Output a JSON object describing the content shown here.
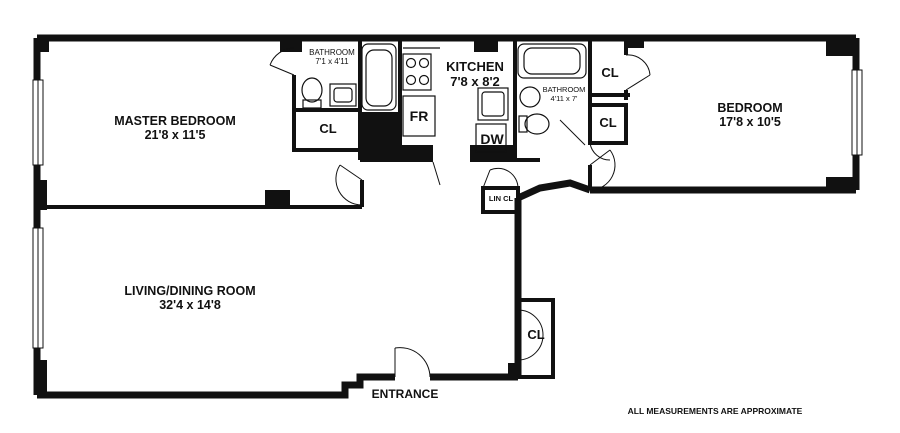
{
  "rooms": {
    "master_bedroom": {
      "name": "MASTER BEDROOM",
      "dims": "21'8 x 11'5"
    },
    "bathroom_1": {
      "name": "BATHROOM",
      "dims": "7'1 x 4'11"
    },
    "kitchen": {
      "name": "KITCHEN",
      "dims": "7'8 x 8'2"
    },
    "bathroom_2": {
      "name": "BATHROOM",
      "dims": "4'11 x 7'"
    },
    "bedroom": {
      "name": "BEDROOM",
      "dims": "17'8 x 10'5"
    },
    "living_dining": {
      "name": "LIVING/DINING ROOM",
      "dims": "32'4 x 14'8"
    }
  },
  "closets": {
    "master_cl": "CL",
    "bedroom_cl_top": "CL",
    "bedroom_cl_bottom": "CL",
    "linen_cl": "LIN CL",
    "entry_cl": "CL"
  },
  "appliances": {
    "fridge": "FR",
    "dishwasher": "DW"
  },
  "entrance": "ENTRANCE",
  "footnote": "ALL MEASUREMENTS ARE APPROXIMATE"
}
